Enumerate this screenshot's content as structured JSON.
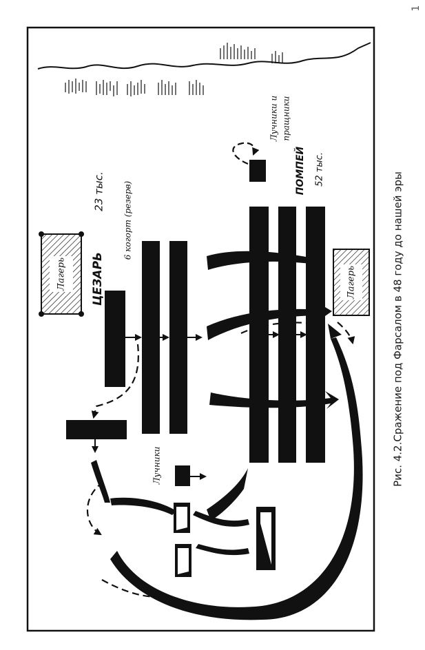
{
  "caption": "Рис. 4.2.Сражение под Фарсалом в 48 году до нашей эры",
  "margin_mark": "1",
  "caesar": {
    "title": "ЦЕЗАРЬ",
    "strength": "23 тыс.",
    "reserve": "6 когорт (резерв)",
    "camp": "Лагерь",
    "archers": "Лучники"
  },
  "pompey": {
    "title": "ПОМПЕЙ",
    "strength": "52 тыс.",
    "camp": "Лагерь",
    "archers_slingers_1": "Лучники и",
    "archers_slingers_2": "пращники"
  },
  "colors": {
    "ink": "#111111",
    "paper": "#ffffff",
    "caption": "#1a1a1a"
  }
}
